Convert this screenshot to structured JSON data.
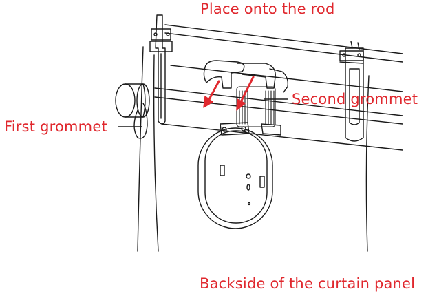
{
  "labels": {
    "rod": "Place onto the rod",
    "second_grommet": "Second grommet",
    "first_grommet": "First grommet",
    "backside": "Backside of the curtain panel"
  },
  "colors": {
    "label": "#e0282e",
    "line": "#1a1a1a",
    "arrow": "#e0282e"
  },
  "icons": {
    "device": "curtain-motor-icon",
    "hook": "curtain-hook-icon"
  }
}
